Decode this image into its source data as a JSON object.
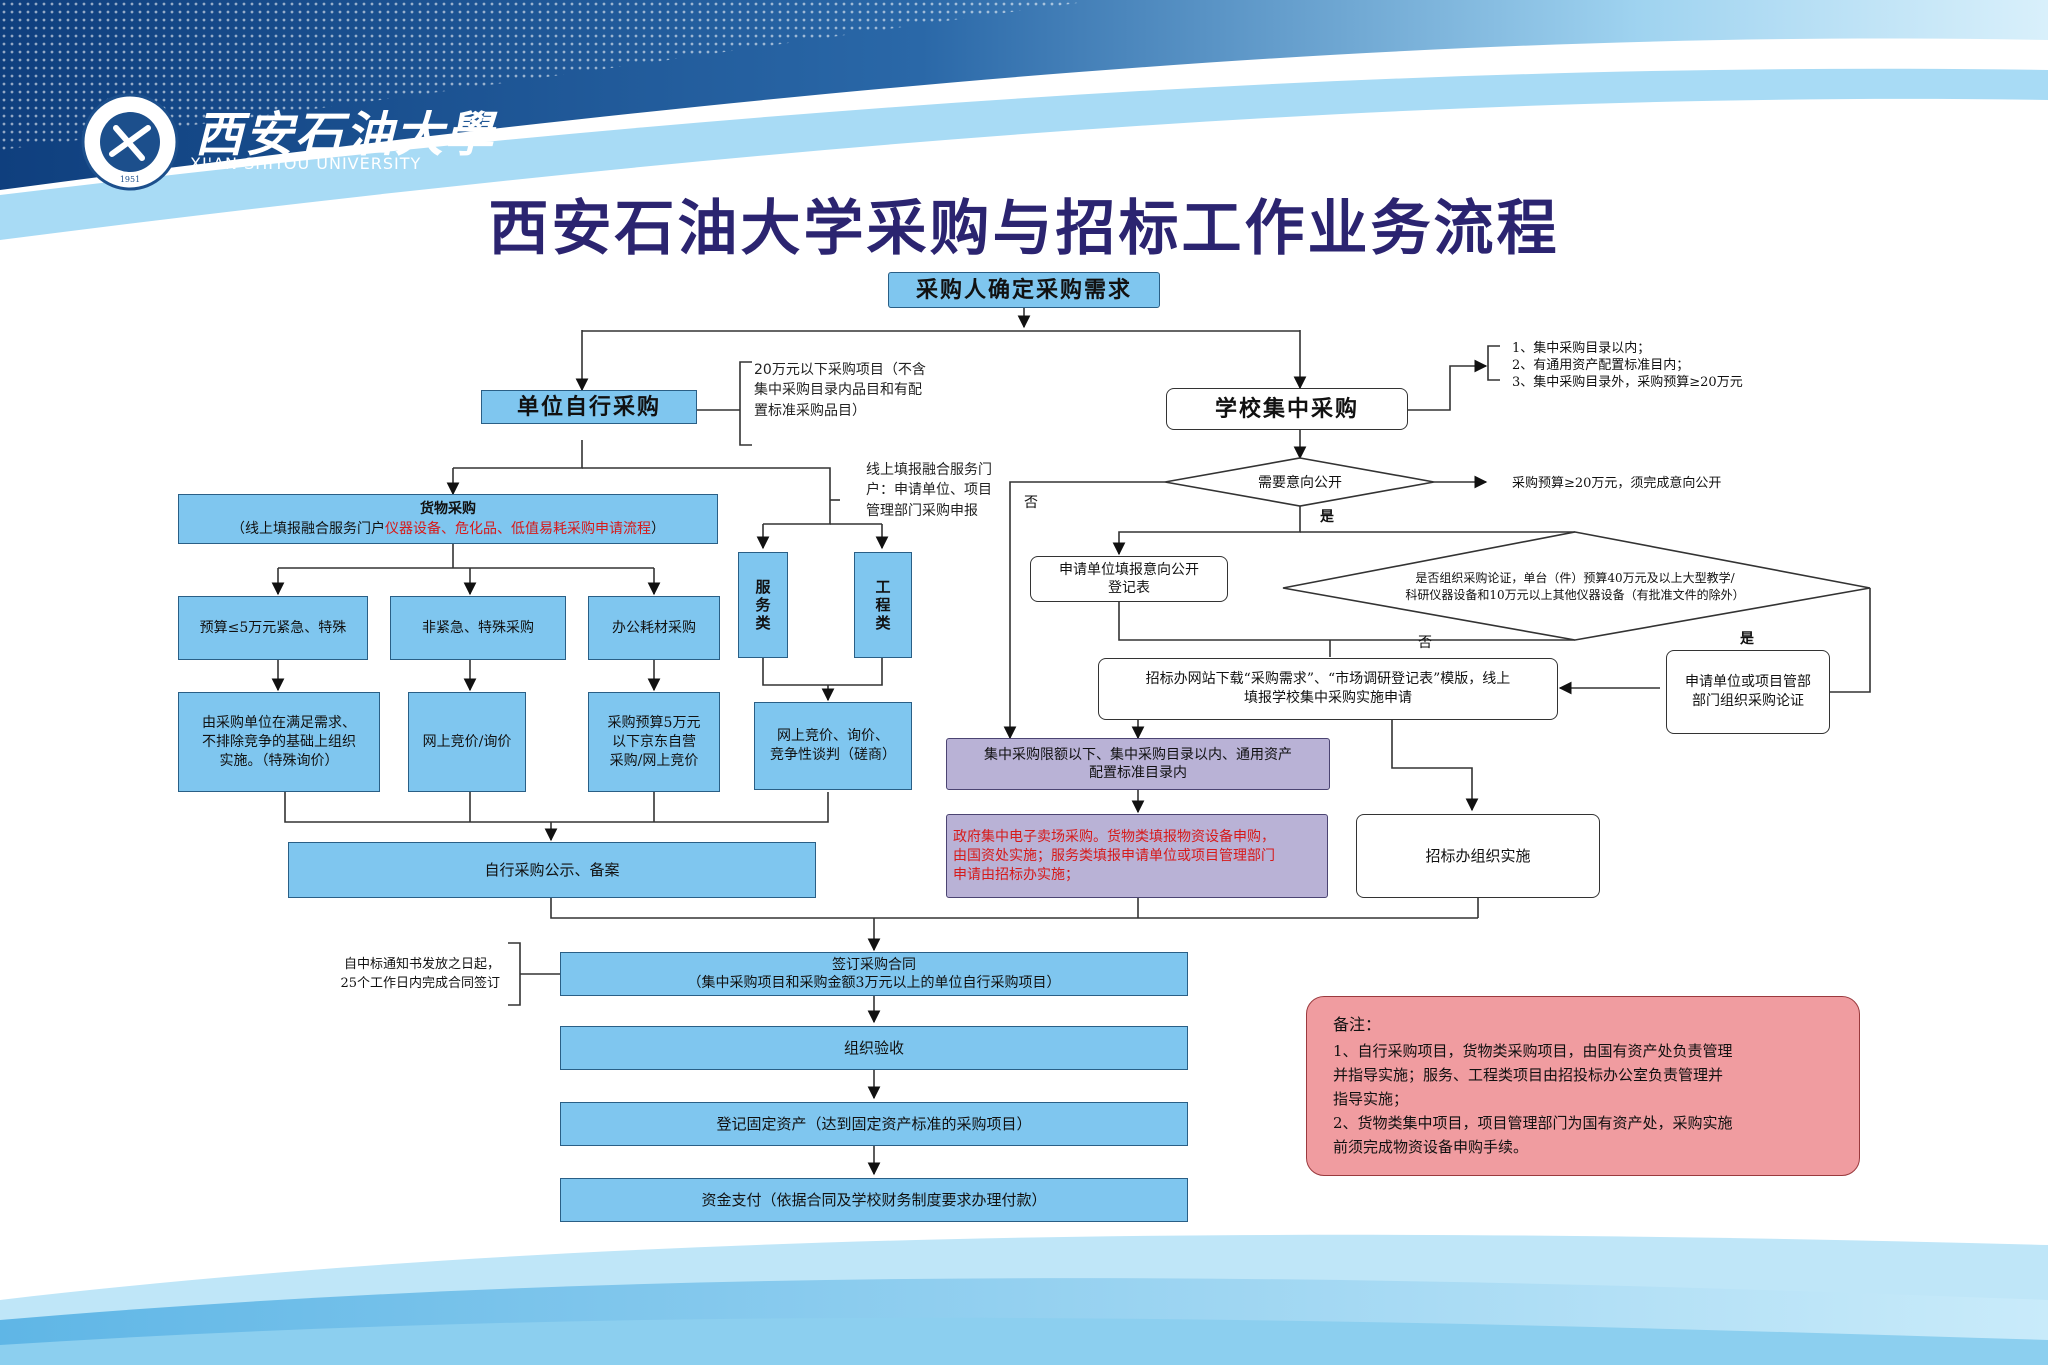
{
  "header": {
    "logo_script": "西安石油大學",
    "logo_english": "XI'AN SHIYOU UNIVERSITY",
    "seal_year": "1951",
    "title": "西安石油大学采购与招标工作业务流程"
  },
  "flow": {
    "start": "采购人确定采购需求",
    "self_purchase": "单位自行采购",
    "self_purchase_note": "20万元以下采购项目（不含\n集中采购目录内品目和有配\n置标准采购品目）",
    "central_purchase": "学校集中采购",
    "central_conditions": [
      "1、集中采购目录以内；",
      "2、有通用资产配置标准目内；",
      "3、集中采购目录外，采购预算≥20万元"
    ],
    "online_report_note": "线上填报融合服务门\n户：申请单位、项目\n管理部门采购申报",
    "goods": {
      "title": "货物采购",
      "sub_prefix": "（线上填报融合服务门户",
      "sub_red": "仪器设备、危化品、低值易耗采购申请流程",
      "sub_suffix": "）"
    },
    "service": "服\n务\n类",
    "engineering": "工\n程\n类",
    "goods_branches": [
      "预算≤5万元紧急、特殊",
      "非紧急、特殊采购",
      "办公耗材采购"
    ],
    "goods_methods": [
      "由采购单位在满足需求、\n不排除竞争的基础上组织\n实施。（特殊询价）",
      "网上竞价/询价",
      "采购预算5万元\n以下京东自营\n采购/网上竞价"
    ],
    "service_method": "网上竞价、询价、\n竞争性谈判（磋商）",
    "self_publicity": "自行采购公示、备案",
    "intent_question": "需要意向公开",
    "intent_rule": "采购预算≥20万元，须完成意向公开",
    "yes": "是",
    "no": "否",
    "intent_form": "申请单位填报意向公开\n登记表",
    "demo_question": "是否组织采购论证，单台（件）预算40万元及以上大型教学/\n科研仪器设备和10万元以上其他仪器设备（有批准文件的除外）",
    "demo_org": "申请单位或项目管部\n部门组织采购论证",
    "download_apply": "招标办网站下载“采购需求”、“市场调研登记表”模版，线上\n填报学校集中采购实施申请",
    "central_limit": "集中采购限额以下、集中采购目录以内、通用资产\n配置标准目录内",
    "gov_mall": "政府集中电子卖场采购。货物类填报物资设备申购，\n由国资处实施；服务类填报申请单位或项目管理部门\n申请由招标办实施；",
    "bid_office": "招标办组织实施",
    "sign_contract": "签订采购合同\n（集中采购项目和采购金额3万元以上的单位自行采购项目）",
    "sign_note": "自中标通知书发放之日起，\n25个工作日内完成合同签订",
    "acceptance": "组织验收",
    "register_assets": "登记固定资产（达到固定资产标准的采购项目）",
    "payment": "资金支付（依据合同及学校财务制度要求办理付款）"
  },
  "remarks": {
    "title": "备注：",
    "body": "1、自行采购项目，货物类采购项目，由国有资产处负责管理\n并指导实施；服务、工程类项目由招投标办公室负责管理并\n指导实施；\n2、货物类集中项目，项目管理部门为国有资产处，采购实施\n前须完成物资设备申购手续。"
  },
  "colors": {
    "title": "#2b2470",
    "box_blue": "#7fc6ef",
    "box_purple": "#b9b2d6",
    "remarks_bg": "#f09ca0",
    "highlight_red": "#d61a1a",
    "header_dark": "#1c4f8c",
    "header_light": "#8fd0f2"
  }
}
